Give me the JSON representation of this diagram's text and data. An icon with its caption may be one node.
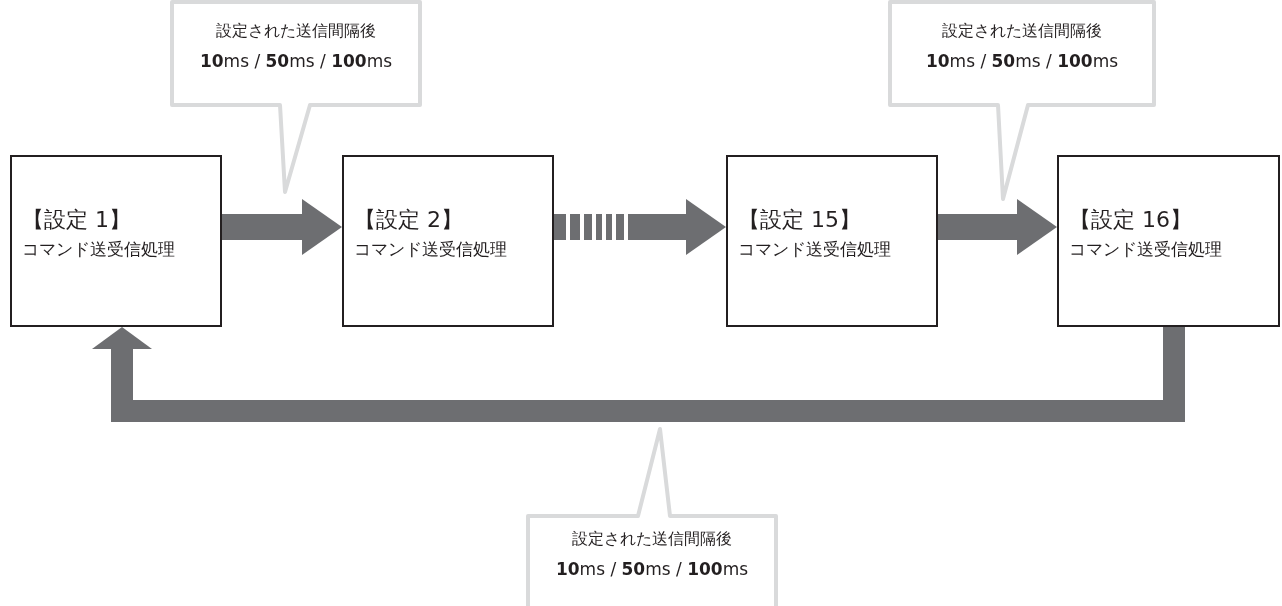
{
  "diagram": {
    "nodes": [
      {
        "text": [
          "設定された送信間隔後",
          "**10**ms / **50**ms / **100**ms"
        ]
      },
      {
        "text": [
          "設定された送信間隔後",
          "**10**ms / **50**ms / **100**ms"
        ]
      },
      {
        "text": [
          "【設定 1】",
          "コマンド送受信処理"
        ]
      },
      {
        "text": [
          "【設定 2】",
          "コマンド送受信処理"
        ]
      },
      {
        "text": [
          "【設定 15】",
          "コマンド送受信処理"
        ]
      },
      {
        "text": [
          "【設定 16】",
          "コマンド送受信処理"
        ]
      },
      {
        "text": [
          "設定された送信間隔後",
          "**10**ms / **50**ms / **100**ms"
        ]
      }
    ],
    "edges": [
      {
        "from": 2,
        "to": 3,
        "arrow": "to"
      },
      {
        "from": 3,
        "to": 4,
        "arrow": "to",
        "style": "dashed"
      },
      {
        "from": 4,
        "to": 5,
        "arrow": "to"
      },
      {
        "from": 5,
        "to": 2,
        "arrow": "to"
      }
    ]
  }
}
